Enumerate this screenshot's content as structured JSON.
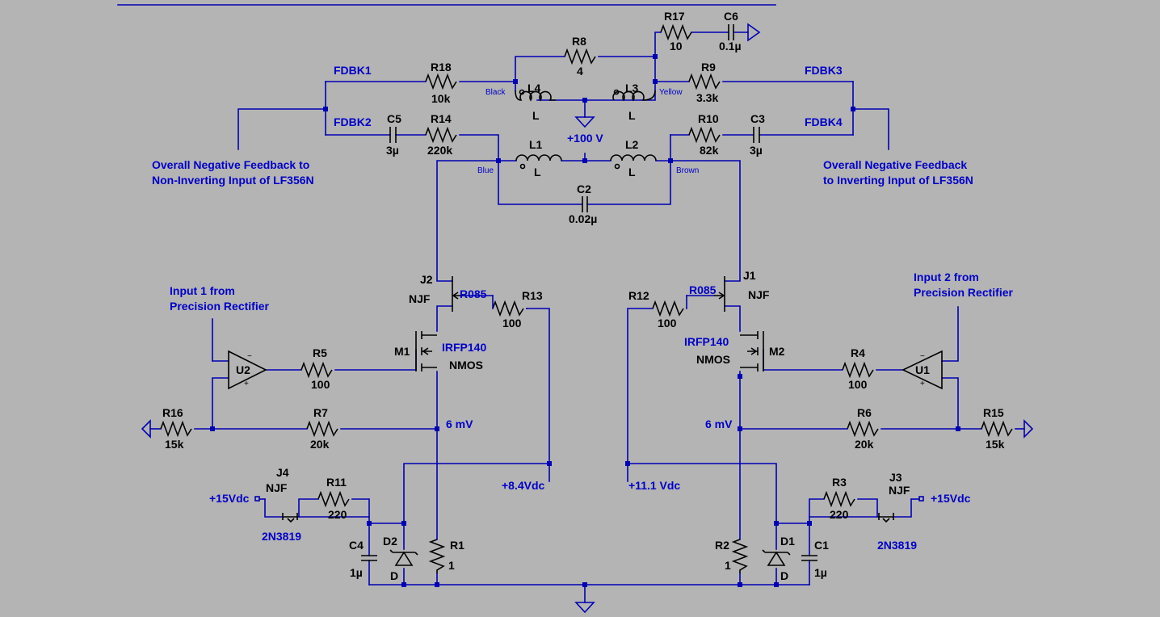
{
  "components": {
    "R1": {
      "ref": "R1",
      "value": "1"
    },
    "R2": {
      "ref": "R2",
      "value": "1"
    },
    "R3": {
      "ref": "R3",
      "value": "220"
    },
    "R4": {
      "ref": "R4",
      "value": "100"
    },
    "R5": {
      "ref": "R5",
      "value": "100"
    },
    "R6": {
      "ref": "R6",
      "value": "20k"
    },
    "R7": {
      "ref": "R7",
      "value": "20k"
    },
    "R8": {
      "ref": "R8",
      "value": "4"
    },
    "R9": {
      "ref": "R9",
      "value": "3.3k"
    },
    "R10": {
      "ref": "R10",
      "value": "82k"
    },
    "R11": {
      "ref": "R11",
      "value": "220"
    },
    "R12": {
      "ref": "R12",
      "value": "100"
    },
    "R13": {
      "ref": "R13",
      "value": "100"
    },
    "R14": {
      "ref": "R14",
      "value": "220k"
    },
    "R15": {
      "ref": "R15",
      "value": "15k"
    },
    "R16": {
      "ref": "R16",
      "value": "15k"
    },
    "R17": {
      "ref": "R17",
      "value": "10"
    },
    "R18": {
      "ref": "R18",
      "value": "10k"
    },
    "C1": {
      "ref": "C1",
      "value": "1µ"
    },
    "C2": {
      "ref": "C2",
      "value": "0.02µ"
    },
    "C3": {
      "ref": "C3",
      "value": "3µ"
    },
    "C4": {
      "ref": "C4",
      "value": "1µ"
    },
    "C5": {
      "ref": "C5",
      "value": "3µ"
    },
    "C6": {
      "ref": "C6",
      "value": "0.1µ"
    },
    "L1": {
      "ref": "L1",
      "value": "L"
    },
    "L2": {
      "ref": "L2",
      "value": "L"
    },
    "L3": {
      "ref": "L3",
      "value": "L"
    },
    "L4": {
      "ref": "L4",
      "value": "L"
    },
    "D1": {
      "ref": "D1",
      "value": "D"
    },
    "D2": {
      "ref": "D2",
      "value": "D"
    },
    "J1": {
      "ref": "J1",
      "value": "NJF",
      "model": "R085"
    },
    "J2": {
      "ref": "J2",
      "value": "NJF",
      "model": "R085"
    },
    "J3": {
      "ref": "J3",
      "value": "NJF",
      "model": "2N3819"
    },
    "J4": {
      "ref": "J4",
      "value": "NJF",
      "model": "2N3819"
    },
    "M1": {
      "ref": "M1",
      "value": "NMOS",
      "model": "IRFP140"
    },
    "M2": {
      "ref": "M2",
      "value": "NMOS",
      "model": "IRFP140"
    },
    "U1": {
      "ref": "U1"
    },
    "U2": {
      "ref": "U2"
    }
  },
  "nets": {
    "fdbk1": "FDBK1",
    "fdbk2": "FDBK2",
    "fdbk3": "FDBK3",
    "fdbk4": "FDBK4",
    "v100": "+100 V",
    "v15_left": "+15Vdc",
    "v15_right": "+15Vdc",
    "v84": "+8.4Vdc",
    "v111": "+11.1 Vdc",
    "mv_left": "6 mV",
    "mv_right": "6 mV",
    "black": "Black",
    "yellow": "Yellow",
    "blue": "Blue",
    "brown": "Brown"
  },
  "notes": {
    "fb_left_1": "Overall Negative Feedback to",
    "fb_left_2": "Non-Inverting Input of LF356N",
    "fb_right_1": "Overall Negative Feedback",
    "fb_right_2": "to Inverting Input of LF356N",
    "in1_1": "Input 1 from",
    "in1_2": "Precision Rectifier",
    "in2_1": "Input 2 from",
    "in2_2": "Precision Rectifier"
  },
  "colors": {
    "background": "#b4b4b4",
    "wire": "#0000b4",
    "component": "#000000",
    "label_blue": "#0000c8"
  }
}
